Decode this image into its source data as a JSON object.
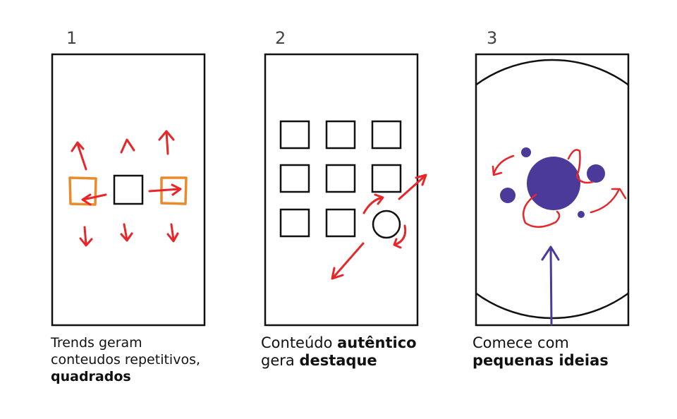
{
  "colors": {
    "frame": "#111111",
    "arrow_red": "#e8262a",
    "orange": "#ea8a2a",
    "purple": "#4b3a9a"
  },
  "panels": [
    {
      "number": "1",
      "caption": {
        "line1": "Trends geram",
        "line2": "conteudos repetitivos,",
        "line3_bold": "quadrados"
      }
    },
    {
      "number": "2",
      "caption": {
        "line1_text": "Conteúdo ",
        "line1_bold": "autêntico",
        "line2_text": "gera ",
        "line2_bold": "destaque"
      }
    },
    {
      "number": "3",
      "caption": {
        "line1": "Comece com",
        "line2_bold": "pequenas ideias"
      }
    }
  ]
}
